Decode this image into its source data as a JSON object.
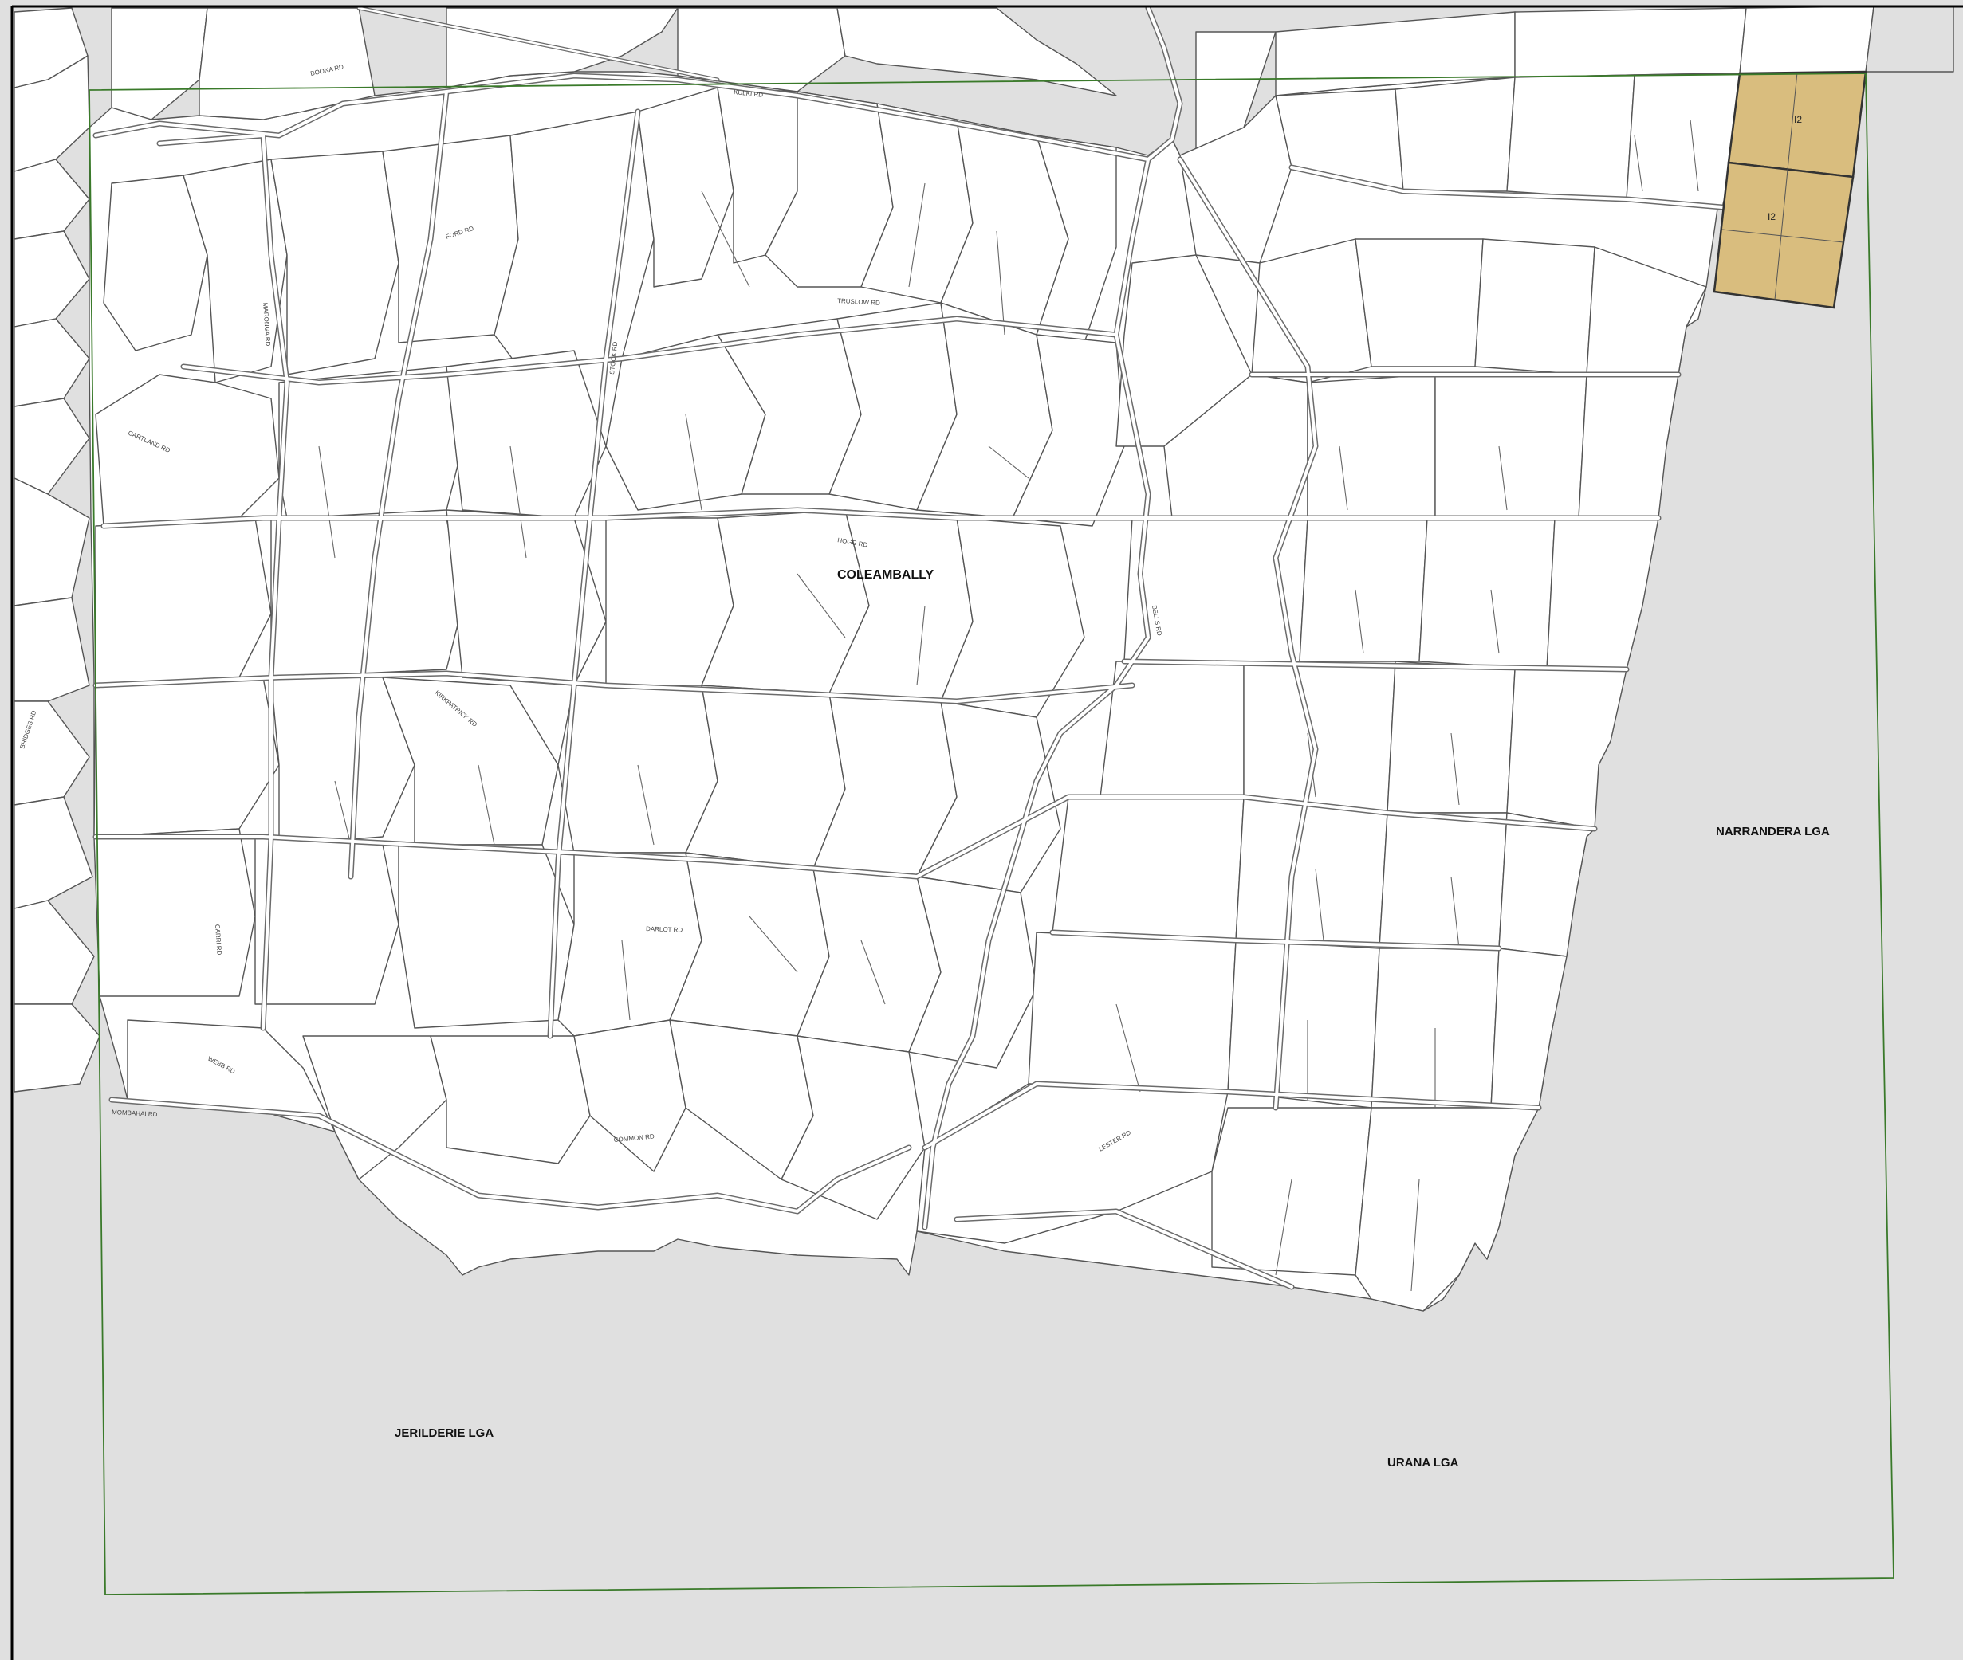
{
  "colors": {
    "background": "#e0e0e0",
    "parcel_fill": "#ffffff",
    "parcel_stroke": "#555555",
    "road_casing": "#6b6b6b",
    "road_fill": "#ffffff",
    "zone_fill": "#d9bd7e",
    "zone_stroke": "#333333",
    "boundary": "#3a7a2a",
    "frame": "#000000"
  },
  "labels": {
    "locality": "COLEAMBALLY",
    "lga_east": "NARRANDERA LGA",
    "lga_southwest": "JERILDERIE LGA",
    "lga_south": "URANA LGA"
  },
  "zones": [
    "I2",
    "I2"
  ],
  "roads": [
    "KULKI RD",
    "MOMBAHAI RD",
    "DARLOT RD",
    "COMMON RD",
    "BOONA RD",
    "TRUSLOW RD",
    "WEBB RD",
    "KIRKPATRICK RD",
    "LESTER RD",
    "FORD RD",
    "HOGG RD",
    "BELLS RD",
    "CARTLAND RD",
    "BRIDGES RD",
    "MARONGA RD",
    "CARRI RD",
    "STOCK RD"
  ]
}
